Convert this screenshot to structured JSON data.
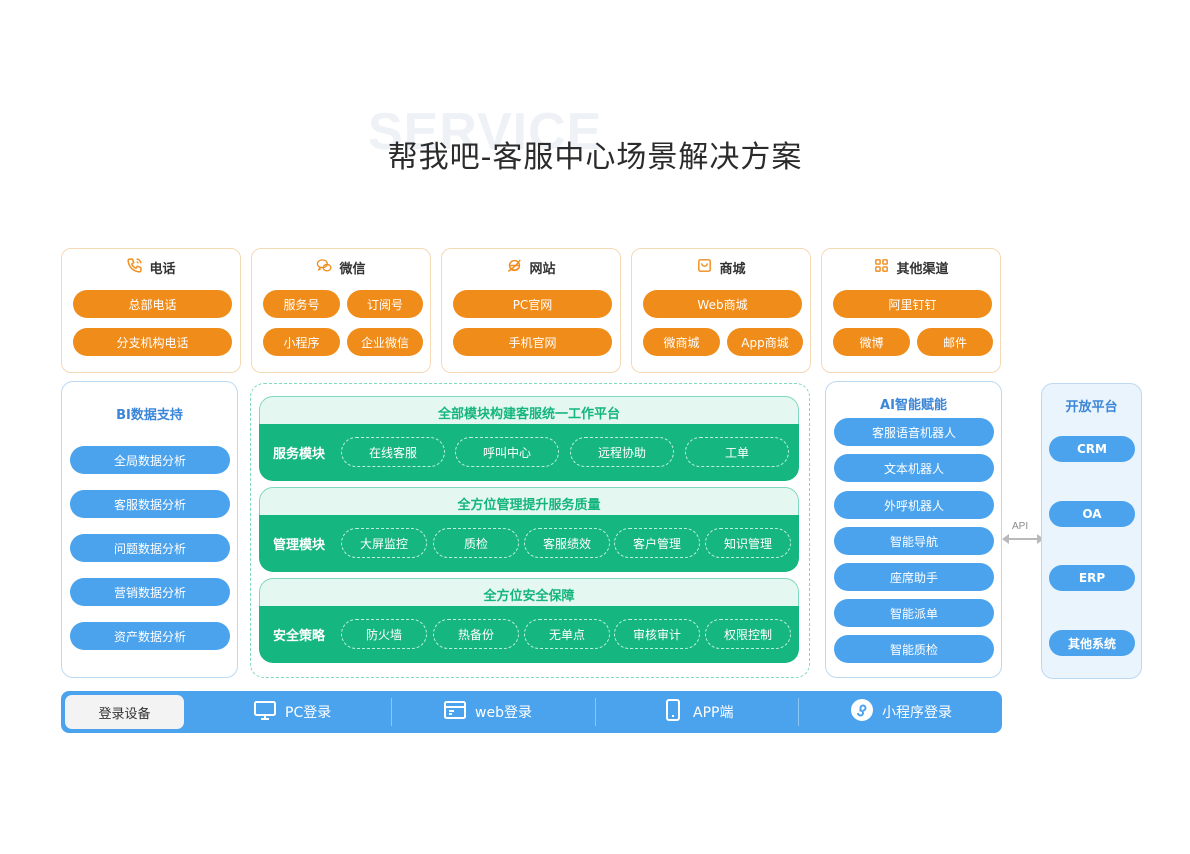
{
  "watermark": "SERVICE",
  "title": "帮我吧-客服中心场景解决方案",
  "channels": [
    {
      "name": "电话",
      "items": [
        "总部电话",
        "分支机构电话"
      ]
    },
    {
      "name": "微信",
      "items": [
        "服务号",
        "订阅号",
        "小程序",
        "企业微信"
      ]
    },
    {
      "name": "网站",
      "items": [
        "PC官网",
        "手机官网"
      ]
    },
    {
      "name": "商城",
      "items": [
        "Web商城",
        "微商城",
        "App商城"
      ]
    },
    {
      "name": "其他渠道",
      "items": [
        "阿里钉钉",
        "微博",
        "邮件"
      ]
    }
  ],
  "bi": {
    "title": "BI数据支持",
    "items": [
      "全局数据分析",
      "客服数据分析",
      "问题数据分析",
      "营销数据分析",
      "资产数据分析"
    ]
  },
  "modules": [
    {
      "header": "全部模块构建客服统一工作平台",
      "label": "服务模块",
      "chips": [
        "在线客服",
        "呼叫中心",
        "远程协助",
        "工单"
      ]
    },
    {
      "header": "全方位管理提升服务质量",
      "label": "管理模块",
      "chips": [
        "大屏监控",
        "质检",
        "客服绩效",
        "客户管理",
        "知识管理"
      ]
    },
    {
      "header": "全方位安全保障",
      "label": "安全策略",
      "chips": [
        "防火墙",
        "热备份",
        "无单点",
        "审核审计",
        "权限控制"
      ]
    }
  ],
  "ai": {
    "title": "AI智能赋能",
    "items": [
      "客服语音机器人",
      "文本机器人",
      "外呼机器人",
      "智能导航",
      "座席助手",
      "智能派单",
      "智能质检"
    ]
  },
  "api_label": "API",
  "open": {
    "title": "开放平台",
    "items": [
      "CRM",
      "OA",
      "ERP",
      "其他系统"
    ]
  },
  "bottom": {
    "login": "登录设备",
    "items": [
      "PC登录",
      "web登录",
      "APP端",
      "小程序登录"
    ]
  },
  "colors": {
    "orange": "#f08c1a",
    "blue": "#4ba3ee",
    "green": "#16b680"
  }
}
